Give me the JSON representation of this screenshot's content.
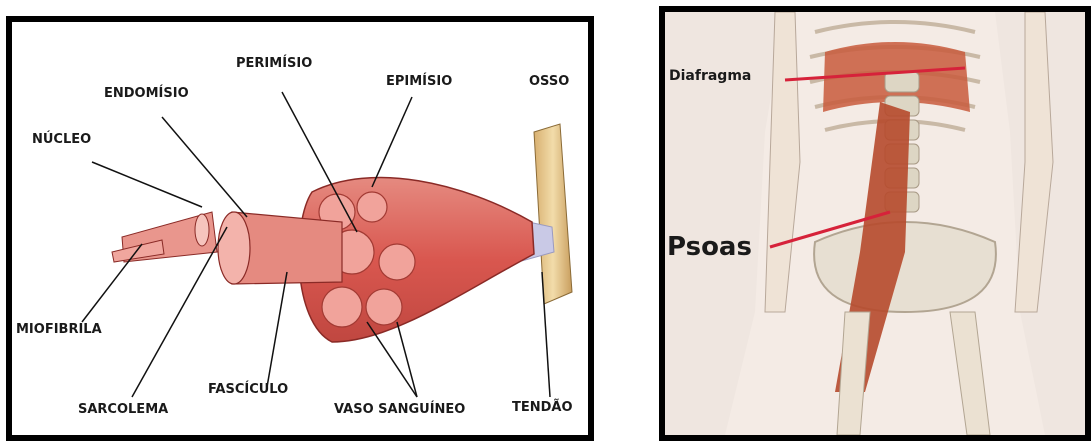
{
  "muscle_diagram": {
    "labels": {
      "perimisio": "PERIMÍSIO",
      "epimisio": "EPIMÍSIO",
      "osso": "OSSO",
      "endomisio": "ENDOMÍSIO",
      "nucleo": "NÚCLEO",
      "miofibrila": "MIOFIBRILA",
      "sarcolema": "SARCOLEMA",
      "fasciculo": "FASCÍCULO",
      "vaso_sanguineo": "VASO SANGUÍNEO",
      "tendao": "TENDÃO"
    }
  },
  "anatomy_diagram": {
    "labels": {
      "diafragma": "Diafragma",
      "psoas": "Psoas"
    }
  },
  "colors": {
    "muscle": "#d9574f",
    "muscle_light": "#f1a39b",
    "tendon": "#c9c9e6",
    "bone": "#e8c98c",
    "pointer": "#d6223a",
    "frame": "#000000"
  }
}
